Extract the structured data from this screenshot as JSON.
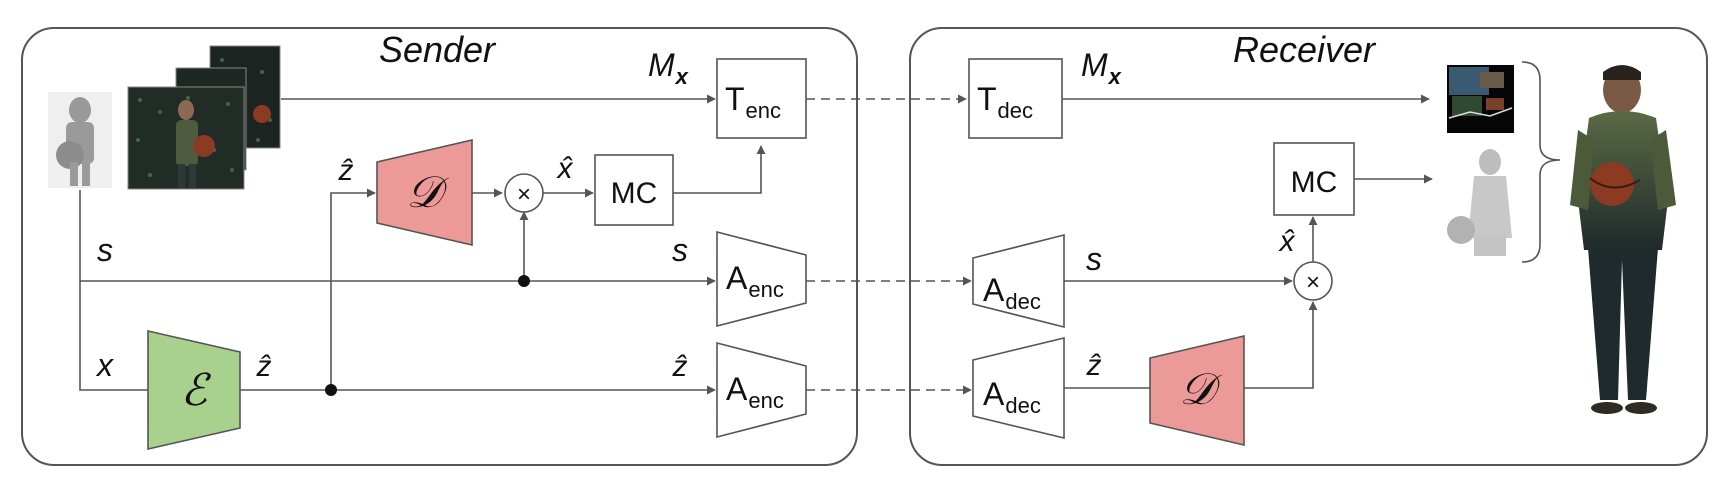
{
  "panels": {
    "sender": "Sender",
    "receiver": "Receiver"
  },
  "labels": {
    "mask": "M",
    "mask_sub": "x",
    "z_hat": "ẑ",
    "x_hat": "x̂",
    "s": "s",
    "x": "x"
  },
  "blocks": {
    "t_enc": {
      "main": "T",
      "sub": "enc"
    },
    "t_dec": {
      "main": "T",
      "sub": "dec"
    },
    "a_enc": {
      "main": "A",
      "sub": "enc"
    },
    "a_dec": {
      "main": "A",
      "sub": "dec"
    },
    "mc": "MC",
    "decoder": "𝒟",
    "encoder": "ℰ",
    "multiply": "×"
  },
  "colors": {
    "encoder_fill": "#a9d18e",
    "decoder_fill": "#ec9a98",
    "line": "#555555"
  }
}
